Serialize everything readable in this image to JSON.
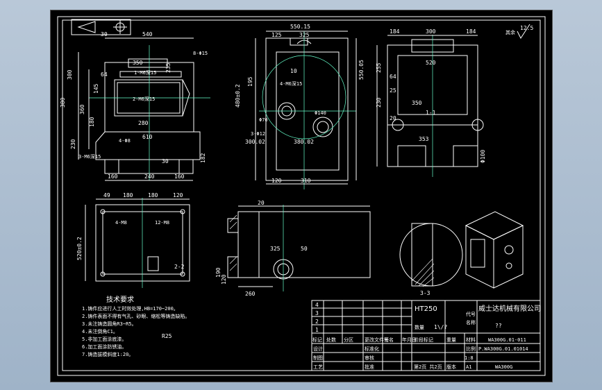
{
  "drawing": {
    "surface_roughness": "12.5",
    "surface_roughness_note": "其余",
    "top_view": {
      "dims": [
        "550.15",
        "325",
        "125",
        "550.05",
        "480±0.2",
        "4-M6深15",
        "3-Φ12",
        "Φ140",
        "10",
        "300.02",
        "380.02",
        "195",
        "120",
        "310",
        "Φ70"
      ]
    },
    "front_view": {
      "dims": [
        "540",
        "30",
        "300",
        "380",
        "230",
        "360",
        "610",
        "160",
        "240",
        "160",
        "280",
        "64",
        "145",
        "8-Φ15",
        "2-M6深15",
        "4-Φ8",
        "3-M6深15",
        "350",
        "1-M6深15",
        "30",
        "182",
        "235",
        "180"
      ]
    },
    "side_view": {
      "dims": [
        "184",
        "300",
        "184",
        "520",
        "255",
        "230",
        "350",
        "353",
        "64",
        "25",
        "20",
        "Φ100"
      ]
    },
    "section_labels": [
      "1-1",
      "2-2",
      "3-3"
    ],
    "bottom_left_dims": [
      "49",
      "180",
      "180",
      "120",
      "4-M8",
      "12-M8",
      "520±0.2"
    ],
    "bottom_mid_dims": [
      "20",
      "325",
      "50",
      "190",
      "120",
      "260"
    ],
    "tech_requirements": {
      "title": "技术要求",
      "items": [
        "1.铸件应进行人工时效处理,HB=170~200。",
        "2.铸件表面不得有气孔、砂眼、缩松等铸造缺陷。",
        "3.未注铸造圆角R3~R5。",
        "4.未注倒角C1。",
        "5.非加工面涂底漆。",
        "6.加工面涂防锈油。",
        "7.铸造拔模斜度1:20。"
      ],
      "roughness_note": "R25"
    }
  },
  "title_block": {
    "company": "威士达机械有限公司",
    "material": "HT250",
    "quantity_label": "数量",
    "quantity_value": "1\\/?",
    "drawing_no": "WA300G.01-011",
    "drawing_no_2": "P.WA300G.01.01014",
    "product": "WA300G",
    "question": "??",
    "rows": [
      "4",
      "3",
      "2",
      "1"
    ],
    "header_cells": [
      "标记",
      "处数",
      "分区",
      "更改文件号",
      "签名",
      "年月日"
    ],
    "label_cells": {
      "design": "设计",
      "draw": "制图",
      "process": "工艺",
      "standard": "标准化",
      "review": "审核",
      "approve": "批准",
      "stage_mark": "阶段标记",
      "weight": "重量",
      "scale": "比例",
      "scale_value": "1:8",
      "sheet": "第2页 共2页",
      "version": "版本",
      "revision": "A1",
      "material_label": "材料",
      "name_label": "名称",
      "code_label": "代号"
    }
  }
}
